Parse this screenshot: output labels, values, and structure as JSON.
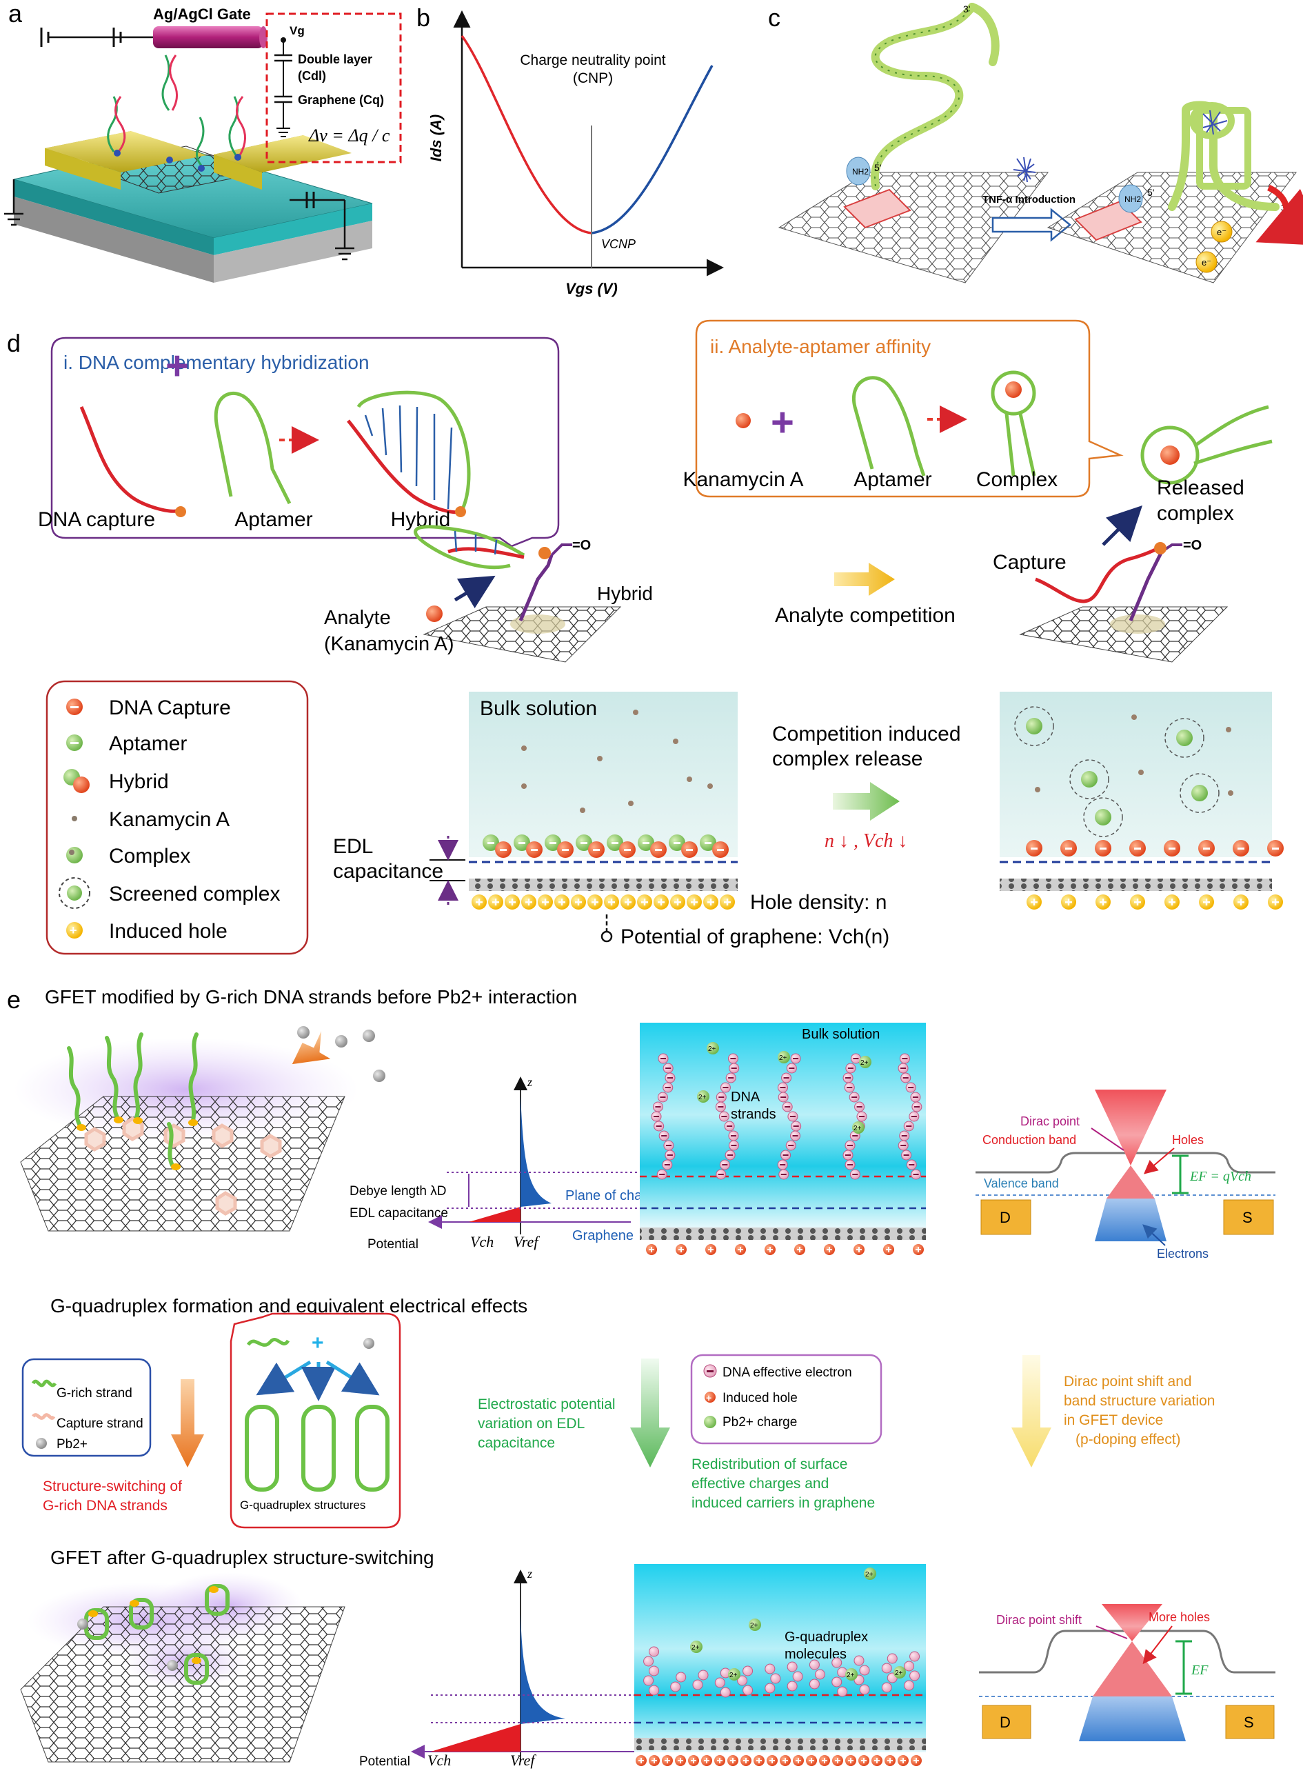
{
  "panels": {
    "a": "a",
    "b": "b",
    "c": "c",
    "d": "d",
    "e": "e"
  },
  "a": {
    "gate_label": "Ag/AgCl Gate",
    "vg": "Vg",
    "double_layer": "Double layer",
    "cdl": "(Cdl)",
    "graphene_cq": "Graphene (Cq)",
    "formula": "Δv = Δq / c"
  },
  "b": {
    "cnp_line1": "Charge neutrality point",
    "cnp_line2": "(CNP)",
    "ylabel": "Ids (A)",
    "xlabel": "Vgs (V)",
    "vcnp": "VCNP"
  },
  "c": {
    "three_prime": "3'",
    "five_prime": "5'",
    "tnf_label": "TNF-α Introduction",
    "nh2": "NH2",
    "electron": "e⁻"
  },
  "d": {
    "box_i_title": "i. DNA complementary hybridization",
    "box_i_items": [
      "DNA capture",
      "Aptamer",
      "Hybrid"
    ],
    "box_ii_title": "ii. Analyte-aptamer affinity",
    "box_ii_items": [
      "Kanamycin A",
      "Aptamer",
      "Complex"
    ],
    "released_complex": [
      "Released",
      "complex"
    ],
    "analyte": [
      "Analyte",
      "(Kanamycin A)"
    ],
    "hybrid": "Hybrid",
    "analyte_competition": "Analyte competition",
    "capture": "Capture",
    "legend": [
      "DNA Capture",
      "Aptamer",
      "Hybrid",
      "Kanamycin A",
      "Complex",
      "Screened complex",
      "Induced hole"
    ],
    "bulk_solution": "Bulk solution",
    "competition": [
      "Competition induced",
      "complex release"
    ],
    "n_relation": "n ↓ ,  Vch ↓",
    "edl": [
      "EDL",
      "capacitance"
    ],
    "hole_density": "Hole density: n",
    "potential": "Potential of graphene: Vch(n)"
  },
  "e": {
    "title_before": "GFET modified by G-rich DNA strands before Pb2+ interaction",
    "z": "z",
    "debye": "Debye length λD",
    "edl_cap": "EDL capacitance",
    "potential": "Potential",
    "vch": "Vch",
    "vref": "Vref",
    "plane_of_charge": "Plane of charge",
    "graphene": "Graphene",
    "bulk_solution": "Bulk solution",
    "dna_strands": [
      "DNA",
      "strands"
    ],
    "pb_charge": "2+",
    "dirac_point": "Dirac point",
    "conduction_band": "Conduction band",
    "holes": "Holes",
    "valence_band": "Valence band",
    "ef_eq": "EF = qVch",
    "electrons": "Electrons",
    "d": "D",
    "s": "S",
    "title_formation": "G-quadruplex formation and equivalent electrical effects",
    "legend": [
      "G-rich strand",
      "Capture strand",
      "Pb2+"
    ],
    "structure_switching": [
      "Structure-switching of",
      "G-rich DNA strands"
    ],
    "gq_structures": "G-quadruplex structures",
    "electrostatic": [
      "Electrostatic potential",
      "variation on EDL",
      "capacitance"
    ],
    "charge_legend": [
      "DNA effective electron",
      "Induced hole",
      "Pb2+ charge"
    ],
    "redistribution": [
      "Redistribution of surface",
      "effective charges and",
      "induced carriers in graphene"
    ],
    "dirac_shift_text": [
      "Dirac point shift and",
      "band structure variation",
      "in GFET device",
      "(p-doping effect)"
    ],
    "title_after": "GFET after G-quadruplex structure-switching",
    "gq_molecules": [
      "G-quadruplex",
      "molecules"
    ],
    "dirac_point_shift": "Dirac point shift",
    "more_holes": "More holes",
    "ef": "EF"
  },
  "colors": {
    "red": "#d9242b",
    "blue": "#2a5ea8",
    "purple": "#6b2e86",
    "orange": "#e07a28",
    "green": "#1fa84a",
    "cyan": "#1fd0ee",
    "magenta": "#b02080"
  }
}
